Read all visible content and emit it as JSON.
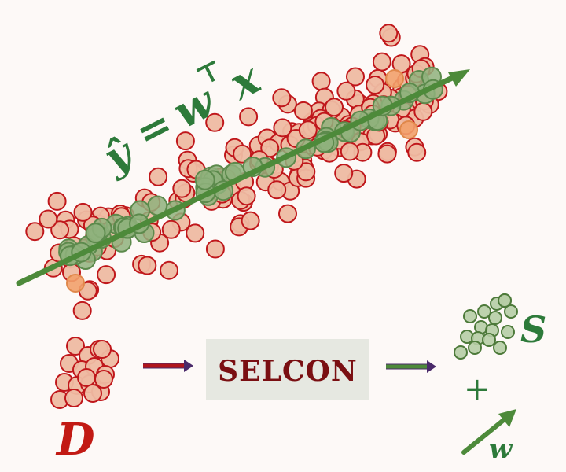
{
  "formula": {
    "lhs": "ŷ",
    "eq": "=",
    "w": "w",
    "sup": "⊤",
    "x": "x"
  },
  "selcon": {
    "label": "SELCON"
  },
  "dataset_label": "D",
  "subset_label": "S",
  "plus": "+",
  "weight_label": "w",
  "colors": {
    "red_fill": "#eebba2",
    "red_stroke": "#c0171b",
    "green_fill": "#8fb17c",
    "green_stroke": "#5c8a4c",
    "orange_fill": "#f2a06a",
    "arrow_green": "#4d8a3a",
    "text_green": "#2d7a3a",
    "text_red": "#c21a14",
    "selcon_bg": "#e6e8e1"
  }
}
